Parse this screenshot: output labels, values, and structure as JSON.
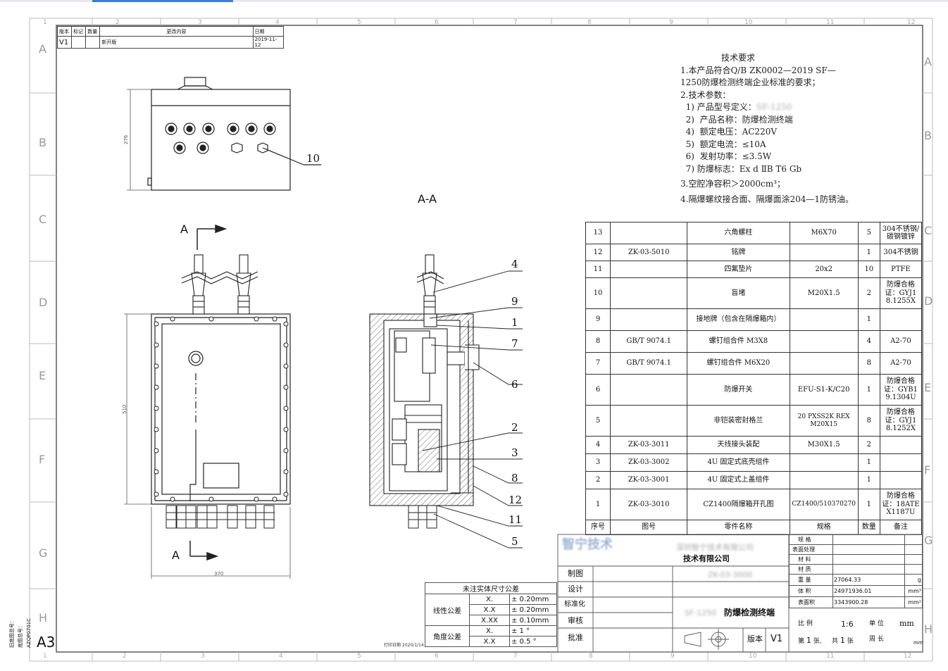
{
  "revision": {
    "headers": [
      "版本",
      "标记",
      "数量",
      "更改内容",
      "日期"
    ],
    "row": [
      "V1",
      "",
      "",
      "新开版",
      "2019-11-12"
    ]
  },
  "border": {
    "columns_top": [
      "1",
      "2",
      "3",
      "4",
      "5",
      "6",
      "7",
      "8",
      "9",
      "10",
      "11",
      "12"
    ],
    "rows_left": [
      "A",
      "B",
      "C",
      "D",
      "E",
      "F",
      "G",
      "H"
    ],
    "sheet_size": "A3",
    "side_labels": [
      "旧底图总号：",
      "底图总号：",
      "AZQP0701C"
    ]
  },
  "views": {
    "section_title": "A-A",
    "section_mark": "A",
    "dims": {
      "height_top": "276",
      "height_front": "510",
      "width_front": "370"
    },
    "balloons_top": [
      "10"
    ],
    "balloons_section": [
      "4",
      "9",
      "1",
      "7",
      "6",
      "2",
      "3",
      "8",
      "12",
      "11",
      "5"
    ]
  },
  "tech": {
    "title": "技术要求",
    "lines": [
      "1.本产品符合Q/B ZK0002—2019 SF—",
      "1250防爆检测终端企业标准的要求；",
      "2.技术参数：",
      "  1) 产品型号定义：",
      "  2)  产品名称：防爆检测终端",
      "  4)  额定电压：AC220V",
      "  5)  额定电流：≤10A",
      "  6)  发射功率：≤3.5W",
      "  7) 防爆标志：Ex d ⅡB T6 Gb",
      "3.空腔净容积＞2000cm³；",
      "4.隔爆螺纹接合面、隔爆面涂204—1防锈油。"
    ],
    "model_blurred": "SF-1250"
  },
  "bom": {
    "header": [
      "序号",
      "图号",
      "零件名称",
      "规格",
      "数量",
      "备注"
    ],
    "rows": [
      [
        "13",
        "",
        "六角螺柱",
        "M6X70",
        "5",
        "304不锈钢/碳钢镀锌"
      ],
      [
        "12",
        "ZK-03-5010",
        "铭牌",
        "",
        "1",
        "304不锈钢"
      ],
      [
        "11",
        "",
        "四氟垫片",
        "20x2",
        "10",
        "PTFE"
      ],
      [
        "10",
        "",
        "盲堵",
        "M20X1.5",
        "2",
        "防爆合格证：GYJ18.1255X"
      ],
      [
        "9",
        "",
        "接地牌（包含在隔爆箱内）",
        "",
        "1",
        ""
      ],
      [
        "8",
        "GB/T 9074.1",
        "螺钉组合件 M3X8",
        "",
        "4",
        "A2-70"
      ],
      [
        "7",
        "GB/T 9074.1",
        "螺钉组合件 M6X20",
        "",
        "8",
        "A2-70"
      ],
      [
        "6",
        "",
        "防爆开关",
        "EFU-S1-K/C20",
        "1",
        "防爆合格证：GYB19.1304U"
      ],
      [
        "5",
        "",
        "非铠装密封格兰",
        "20 PXSS2K REX M20X15",
        "8",
        "防爆合格证：GYJ18.1252X"
      ],
      [
        "4",
        "ZK-03-3011",
        "天线接头装配",
        "M30X1.5",
        "2",
        ""
      ],
      [
        "3",
        "ZK-03-3002",
        "4U 固定式底壳组件",
        "",
        "1",
        ""
      ],
      [
        "2",
        "ZK-03-3001",
        "4U 固定式上盖组件",
        "",
        "1",
        ""
      ],
      [
        "1",
        "ZK-03-3010",
        "CZ1400隔爆箱开孔图",
        "CZ1400/510370270",
        "1",
        "防爆合格证：18ATEX1187U"
      ]
    ]
  },
  "tolerance": {
    "title": "未注实体尺寸公差",
    "linear_label": "线性公差",
    "angle_label": "角度公差",
    "linear": [
      [
        "X.",
        "± 0.20mm"
      ],
      [
        "X.X",
        "± 0.20mm"
      ],
      [
        "X.XX",
        "± 0.10mm"
      ]
    ],
    "angle": [
      [
        "X.",
        "± 1 °"
      ],
      [
        "X.X",
        "± 0.5 °"
      ]
    ],
    "print_date": "打印日期 2020/1/14"
  },
  "title_block": {
    "logo_text": "智宁技术",
    "company_blur": "深圳智宁技术有限公司",
    "company_suffix": "技术有限公司",
    "drawing_no": "ZK-03-3000",
    "product_prefix": "SF-1250",
    "product_name": "防爆检测终端",
    "labels": [
      "制图",
      "设计",
      "标准化",
      "审核",
      "批准"
    ],
    "version_label": "版本",
    "version": "V1",
    "props": [
      [
        "规 格",
        "",
        ""
      ],
      [
        "表面处理",
        "",
        ""
      ],
      [
        "材 料",
        "",
        ""
      ],
      [
        "材 质",
        "",
        ""
      ],
      [
        "重 量",
        "27064.33",
        "g"
      ],
      [
        "体 积",
        "24971936.01",
        "mm³"
      ],
      [
        "表面积",
        "3343900.28",
        "mm²"
      ]
    ],
    "scale_label": "比 例",
    "scale": "1:6",
    "unit_label": "单 位",
    "unit": "mm",
    "sheet_label": "第",
    "sheet_no": "1",
    "sheet_unit": "张,",
    "total_label": "共",
    "total": "1",
    "total_unit": "张",
    "weekly_label": "周 长",
    "weekly_unit": "mm"
  }
}
